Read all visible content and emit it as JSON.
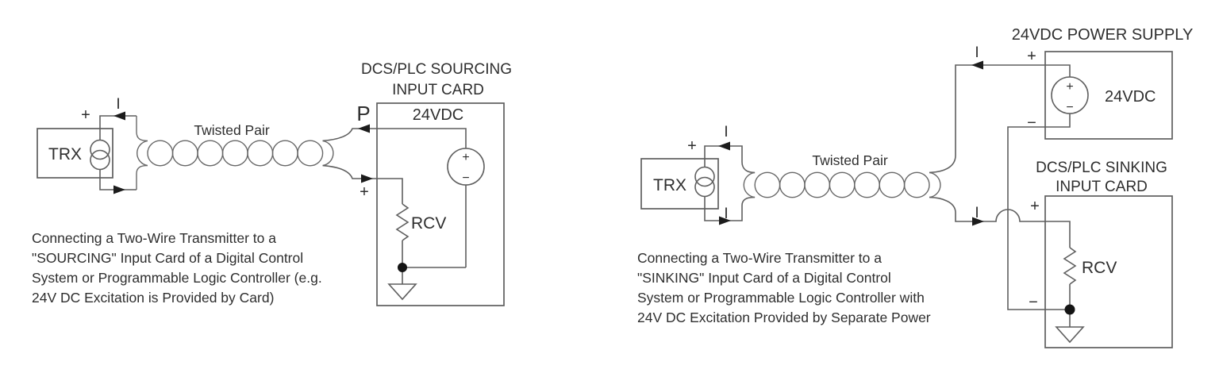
{
  "left_diagram": {
    "transmitter": "TRX",
    "plus": "+",
    "minus": "−",
    "current": "I",
    "twisted_pair": "Twisted Pair",
    "card_title_1": "DCS/PLC SOURCING",
    "card_title_2": "INPUT CARD",
    "terminal_p": "P",
    "card_voltage": "24VDC",
    "receiver": "RCV",
    "caption": [
      "Connecting a Two-Wire Transmitter to a",
      "\"SOURCING\" Input Card of a Digital Control",
      "System or Programmable Logic Controller (e.g.",
      "24V DC Excitation is Provided by Card)"
    ]
  },
  "right_diagram": {
    "transmitter": "TRX",
    "plus": "+",
    "minus": "−",
    "current": "I",
    "twisted_pair": "Twisted Pair",
    "power_supply_title": "24VDC POWER SUPPLY",
    "power_supply_voltage": "24VDC",
    "card_title_1": "DCS/PLC SINKING",
    "card_title_2": "INPUT CARD",
    "receiver": "RCV",
    "caption": [
      "Connecting a Two-Wire Transmitter to a",
      "\"SINKING\" Input Card of a Digital Control",
      "System or Programmable Logic Controller with",
      "24V DC Excitation Provided by Separate Power"
    ]
  }
}
